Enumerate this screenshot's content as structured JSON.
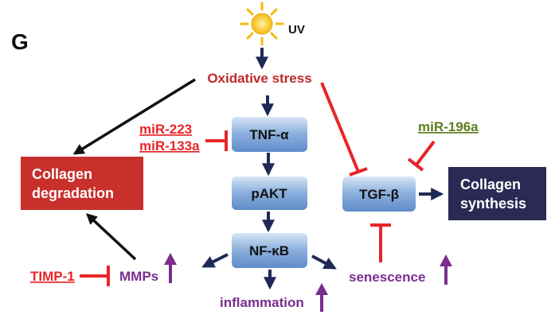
{
  "panel_label": "G",
  "trigger": {
    "label": "UV"
  },
  "nodes": {
    "oxidative_stress": "Oxidative stress",
    "tnf_alpha": "TNF-α",
    "pakt": "pAKT",
    "nfkb": "NF-κB",
    "tgf_beta": "TGF-β",
    "collagen_degradation": [
      "Collagen",
      "degradation"
    ],
    "collagen_synthesis": [
      "Collagen",
      "synthesis"
    ],
    "mmps": "MMPs",
    "senescence": "senescence",
    "inflammation": "inflammation"
  },
  "regulators": {
    "mir_223": "miR-223",
    "mir_133a": "miR-133a",
    "mir_196a": "miR-196a",
    "timp_1": "TIMP-1"
  },
  "colors": {
    "inhibition_red": "#e8262a",
    "degradation_box": "#c8302c",
    "synthesis_box": "#2b2a55",
    "purple_text": "#7a2d8e",
    "green_text": "#5c7f22",
    "navy_arrow": "#1e2a55",
    "oxidative_text": "#c0282d",
    "sun_yellow": "#f8c51a"
  }
}
